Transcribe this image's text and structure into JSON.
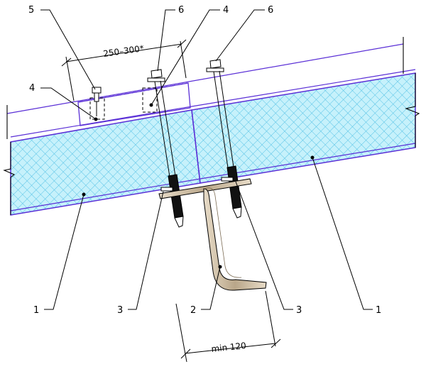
{
  "dimensions": {
    "top": "250–300*",
    "bottom": "min 120"
  },
  "callouts": {
    "c1_left": "1",
    "c1_right": "1",
    "c2": "2",
    "c3_left": "3",
    "c3_right": "3",
    "c4_left": "4",
    "c4_top": "4",
    "c5": "5",
    "c6_left": "6",
    "c6_right": "6"
  },
  "colors": {
    "panel_fill": "#bfeefa",
    "panel_hatch": "#57c3e6",
    "panel_edge": "#5a2fd6",
    "line": "#000000",
    "bracket": "#c9b79a"
  }
}
